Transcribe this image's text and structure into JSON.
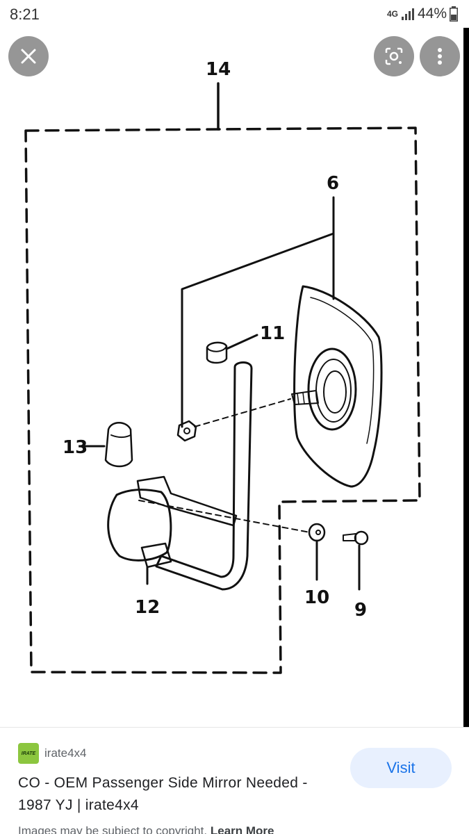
{
  "status_bar": {
    "time": "8:21",
    "network": "4G",
    "battery": "44%"
  },
  "overlay": {
    "close_icon": "close-icon",
    "lens_icon": "lens-icon",
    "more_icon": "more-vert-icon"
  },
  "diagram": {
    "labels": {
      "l14": "14",
      "l6": "6",
      "l11": "11",
      "l13": "13",
      "l12": "12",
      "l10": "10",
      "l9": "9"
    }
  },
  "result": {
    "source": "irate4x4",
    "favicon_text": "IRATE",
    "title": "CO - OEM Passenger Side Mirror Needed - 1987 YJ | irate4x4",
    "visit_label": "Visit",
    "disclaimer_text": "Images may be subject to copyright.",
    "learn_more": "Learn More"
  },
  "colors": {
    "accent": "#1a73e8",
    "visit_bg": "#e8f0fe",
    "favicon_bg": "#8cc63f"
  }
}
